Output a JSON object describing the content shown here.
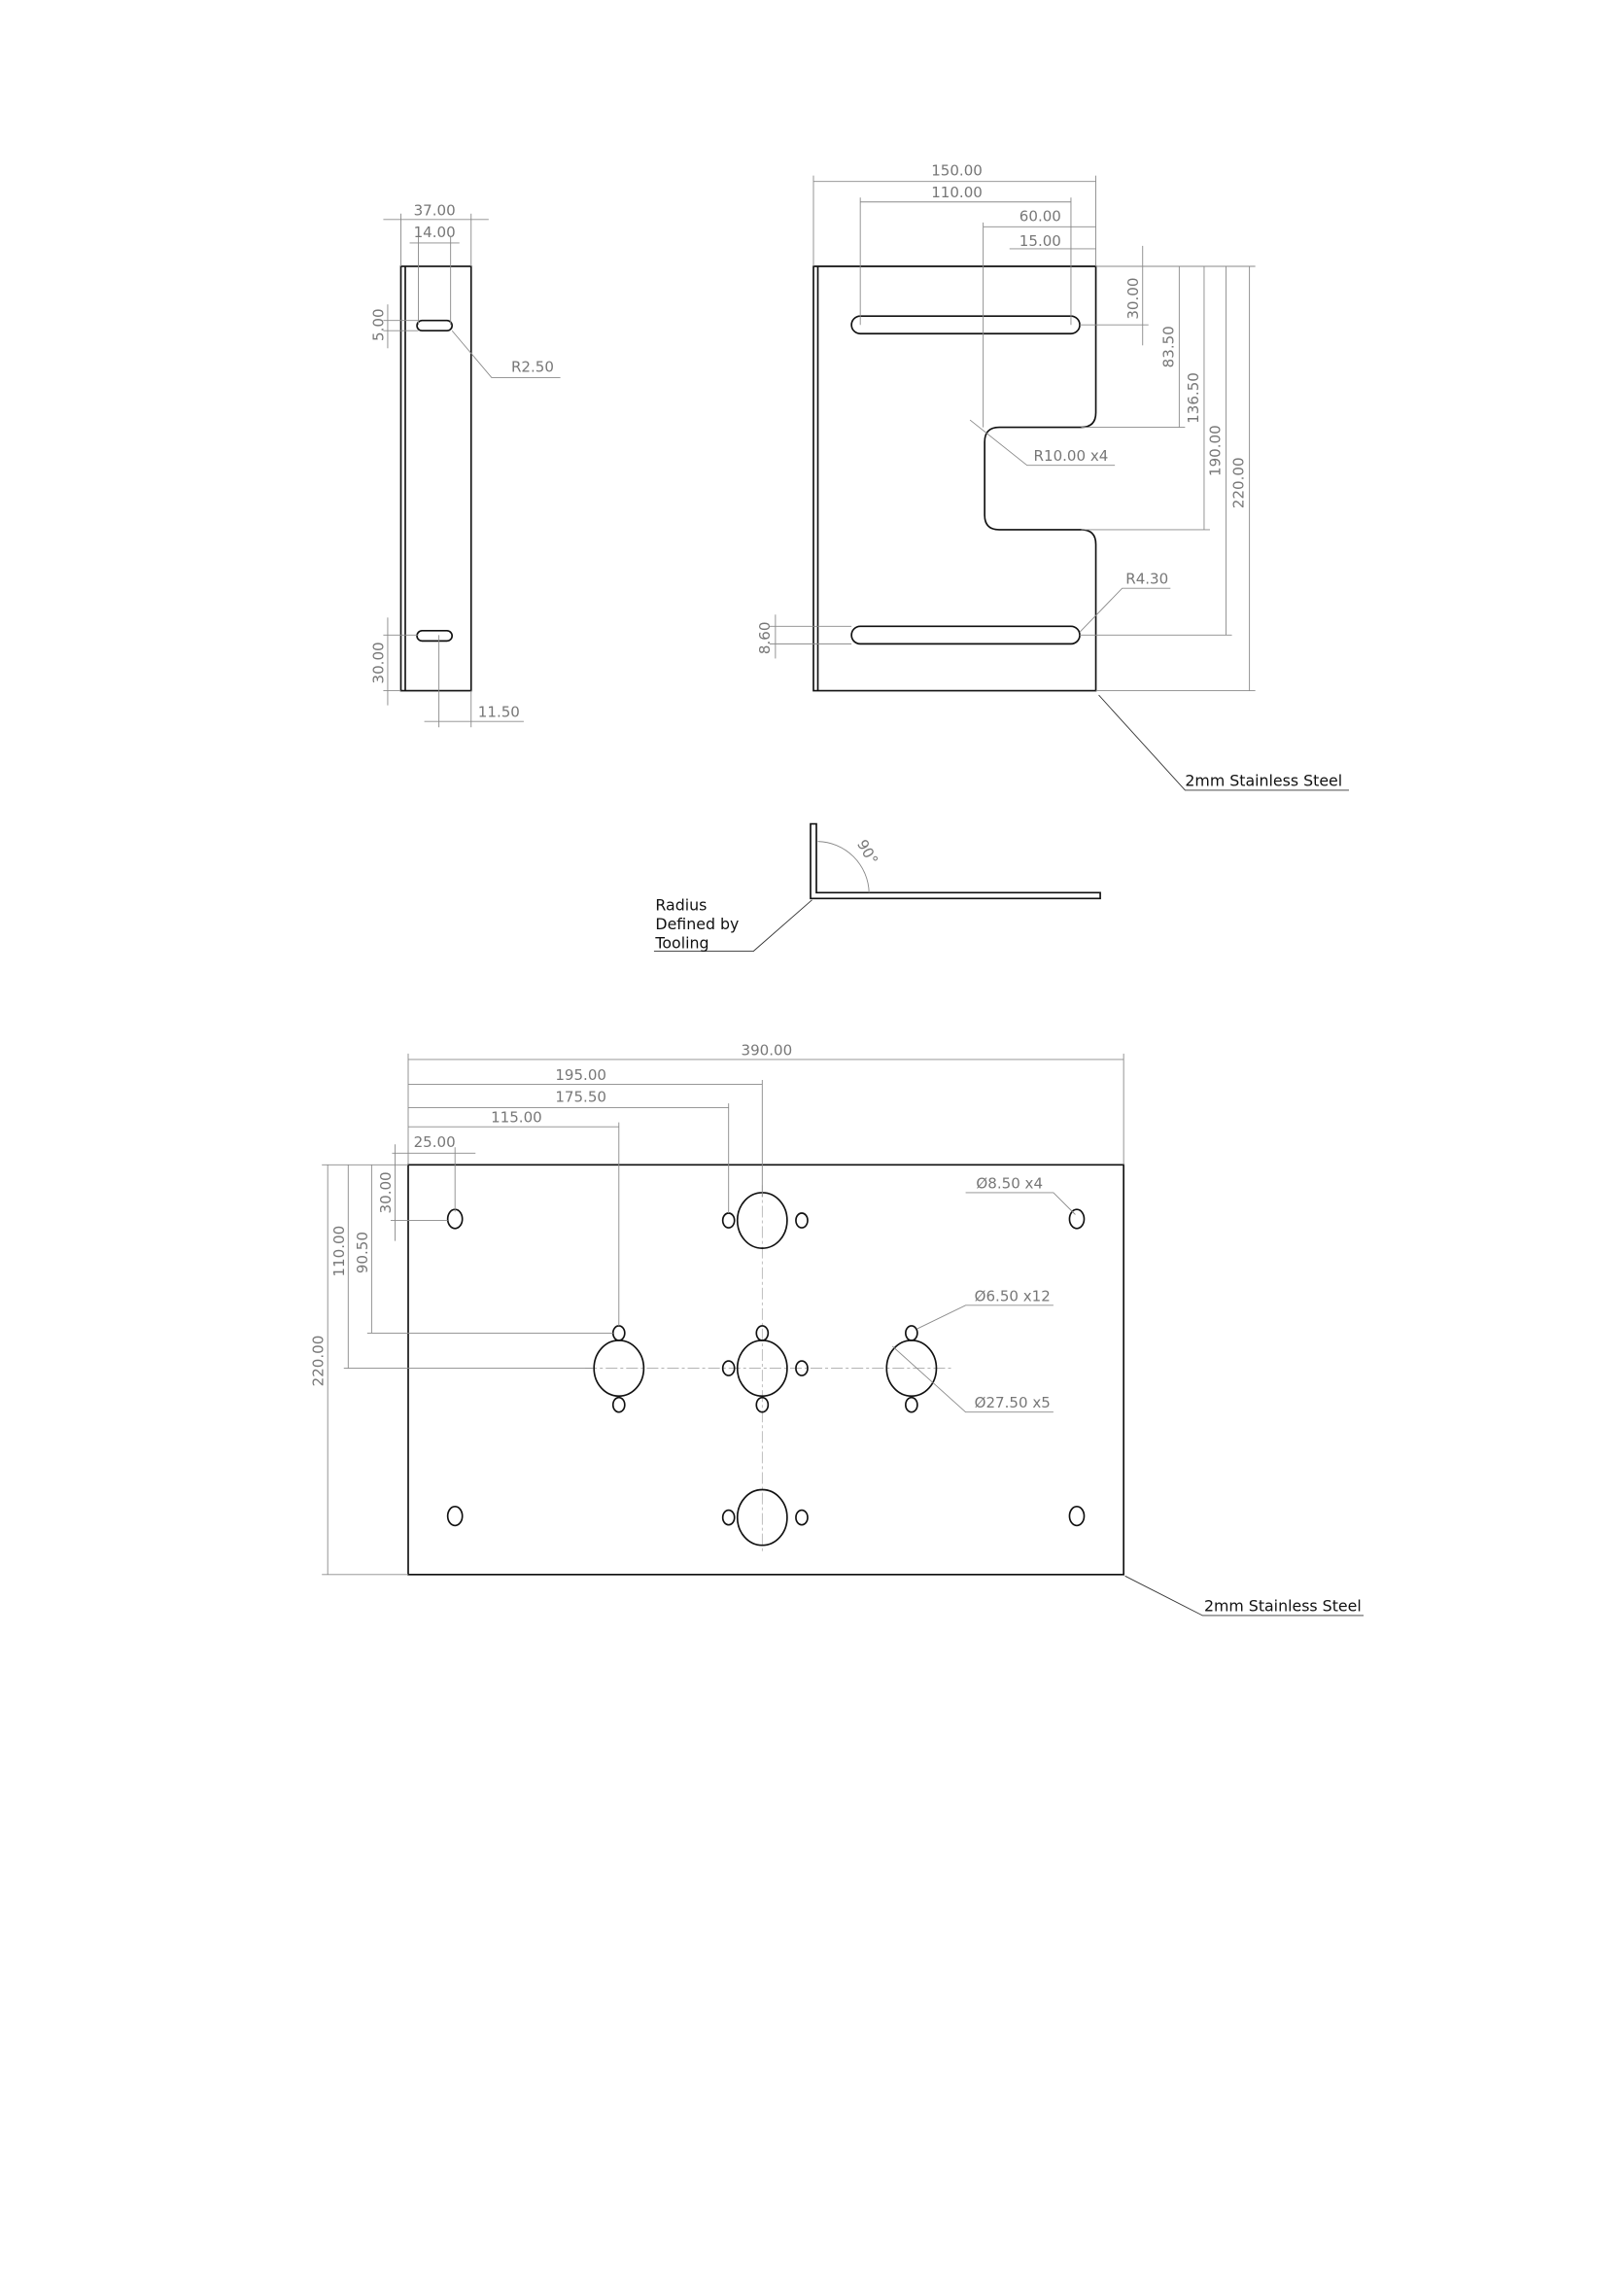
{
  "side_view": {
    "dims": {
      "width": "37.00",
      "slot_length": "14.00",
      "slot_width": "5.00",
      "slot_offset": "30.00",
      "edge_offset": "11.50",
      "radius": "R2.50"
    }
  },
  "front_view": {
    "dims": {
      "width": "150.00",
      "slot_length": "110.00",
      "notch_depth": "60.00",
      "slot_end": "15.00",
      "d30": "30.00",
      "d83": "83.50",
      "d136": "136.50",
      "d190": "190.00",
      "d220": "220.00",
      "slot_width": "8.60"
    },
    "notes": {
      "notch_radius": "R10.00 x4",
      "slot_radius": "R4.30",
      "material": "2mm Stainless Steel"
    }
  },
  "bend_view": {
    "angle": "90°",
    "note_lines": [
      "Radius",
      "Defined by",
      "Tooling"
    ]
  },
  "plate_view": {
    "dims": {
      "width": "390.00",
      "d195": "195.00",
      "d175": "175.50",
      "d115": "115.00",
      "d25": "25.00",
      "height": "220.00",
      "d110": "110.00",
      "d90": "90.50",
      "d30": "30.00"
    },
    "notes": {
      "corner_holes": "Ø8.50 x4",
      "small_holes": "Ø6.50 x12",
      "large_holes": "Ø27.50 x5",
      "material": "2mm Stainless Steel"
    }
  }
}
